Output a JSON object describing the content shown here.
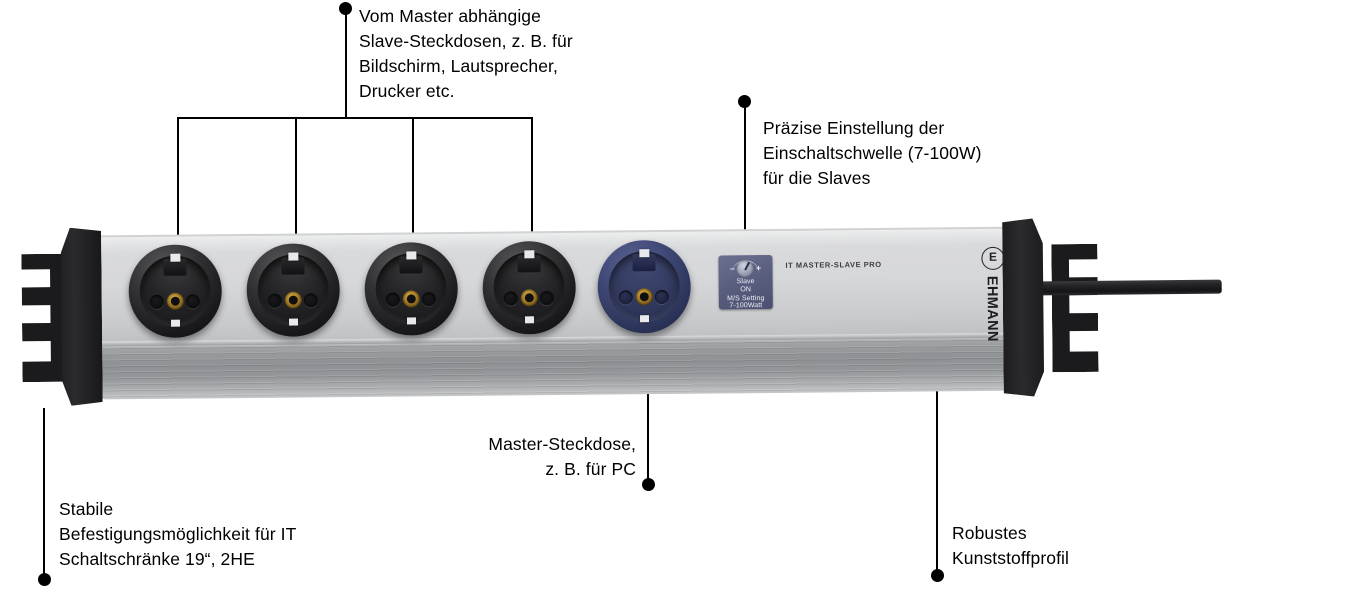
{
  "annotations": [
    {
      "id": "slave-sockets",
      "text": "Vom Master abhängige\nSlave-Steckdosen, z. B. für\nBildschirm, Lautsprecher,\nDrucker etc."
    },
    {
      "id": "threshold-dial",
      "text": "Präzise Einstellung der\nEinschaltschwelle (7-100W)\nfür die Slaves"
    },
    {
      "id": "master-socket",
      "text": "Master-Steckdose,\nz. B. für PC"
    },
    {
      "id": "mounting",
      "text": "Stabile\nBefestigungsmöglichkeit für IT\nSchaltschränke 19“, 2HE"
    },
    {
      "id": "housing",
      "text": "Robustes\nKunststoffprofil"
    }
  ],
  "device": {
    "model_label": "IT MASTER-SLAVE PRO",
    "brand": {
      "logo_letter": "E",
      "name": "EHMANN"
    },
    "control_panel": {
      "minus": "–",
      "plus": "+",
      "line1": "Slave",
      "line2": "ON",
      "line3": "M/S Setting",
      "line4": "7-100Watt"
    },
    "sockets": [
      {
        "id": "slave-1",
        "type": "slave"
      },
      {
        "id": "slave-2",
        "type": "slave"
      },
      {
        "id": "slave-3",
        "type": "slave"
      },
      {
        "id": "slave-4",
        "type": "slave"
      },
      {
        "id": "master",
        "type": "master"
      }
    ]
  },
  "colors": {
    "body_light": "#d6d7d9",
    "body_skirt": "#92969a",
    "endcap": "#1d1d1f",
    "socket_black": "#1b1b1d",
    "socket_master_blue": "#3a4270",
    "panel_blue": "#5a5f80",
    "leader_line": "#000000",
    "background": "#ffffff"
  }
}
